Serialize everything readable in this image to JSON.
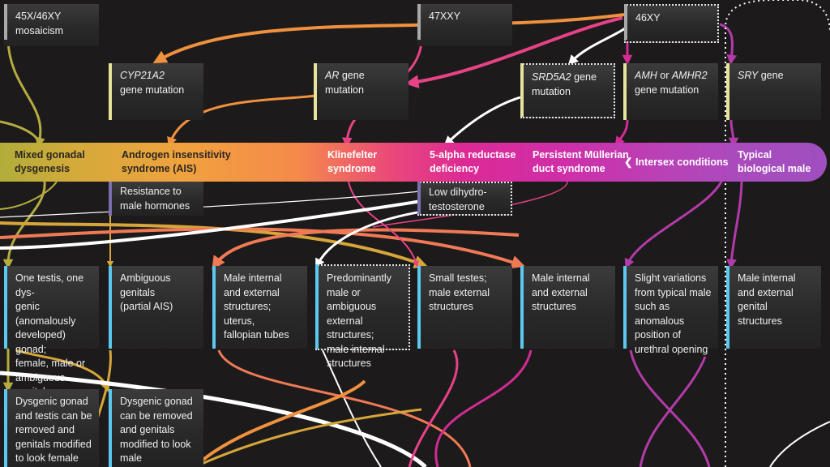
{
  "top_nodes": [
    {
      "id": "mosaicism",
      "line1": "45X/46XY",
      "line2": "mosaicism"
    },
    {
      "id": "xxy",
      "line1": "47XXY"
    },
    {
      "id": "xy",
      "line1": "46XY"
    }
  ],
  "gene_nodes": [
    {
      "id": "cyp21a2",
      "gene": "CYP21A2",
      "line2": "gene mutation"
    },
    {
      "id": "ar",
      "gene": "AR",
      "suffix": " gene",
      "line2": "mutation"
    },
    {
      "id": "srd5a2",
      "gene": "SRD5A2",
      "suffix": " gene",
      "line2": "mutation"
    },
    {
      "id": "amh",
      "gene": "AMH",
      "mid": " or ",
      "gene2": "AMHR2",
      "line2": "gene mutation"
    },
    {
      "id": "sry",
      "gene": "SRY",
      "suffix": " gene"
    }
  ],
  "band_labels": [
    {
      "id": "mixed",
      "line1": "Mixed gonadal",
      "line2": "dysgenesis"
    },
    {
      "id": "ais",
      "line1": "Androgen insensitivity",
      "line2": "syndrome (AIS)"
    },
    {
      "id": "klinefelter",
      "line1": "Klinefelter",
      "line2": "syndrome"
    },
    {
      "id": "alpha",
      "line1": "5-alpha reductase",
      "line2": "deficiency"
    },
    {
      "id": "mullerian",
      "line1": "Persistent Müllerian",
      "line2": "duct syndrome"
    },
    {
      "id": "intersex",
      "line1": "❮ Intersex conditions"
    },
    {
      "id": "typical",
      "line1": "Typical",
      "line2": "biological male"
    }
  ],
  "mid_nodes": [
    {
      "id": "resistance",
      "lines": [
        "Resistance to",
        "male hormones"
      ]
    },
    {
      "id": "lowdht",
      "lines": [
        "Low dihydro-",
        "testosterone"
      ]
    }
  ],
  "outcome_nodes": [
    {
      "id": "o1",
      "lines": [
        "One testis, one dys-",
        "genic (anomalously",
        "developed) gonad;",
        "female, male or",
        "ambiguous genitals"
      ]
    },
    {
      "id": "o2",
      "lines": [
        "Ambiguous",
        "genitals",
        "(partial AIS)"
      ]
    },
    {
      "id": "o3",
      "lines": [
        "Male internal",
        "and external",
        "structures; uterus,",
        "fallopian tubes"
      ]
    },
    {
      "id": "o4",
      "lines": [
        "Predominantly",
        "male or ambiguous",
        "external structures;",
        "male internal",
        "structures"
      ]
    },
    {
      "id": "o5",
      "lines": [
        "Small testes;",
        "male external",
        "structures"
      ]
    },
    {
      "id": "o6",
      "lines": [
        "Male internal",
        "and external",
        "structures"
      ]
    },
    {
      "id": "o7",
      "lines": [
        "Slight variations",
        "from typical male",
        "such as anomalous",
        "position of",
        "urethral opening"
      ]
    },
    {
      "id": "o8",
      "lines": [
        "Male internal",
        "and external",
        "genital structures"
      ]
    }
  ],
  "treatment_nodes": [
    {
      "id": "t1",
      "lines": [
        "Dysgenic gonad",
        "and testis can be",
        "removed and",
        "genitals modified",
        "to look female"
      ]
    },
    {
      "id": "t2",
      "lines": [
        "Dysgenic gonad",
        "can be removed",
        "and genitals",
        "modified to look",
        "male"
      ]
    }
  ],
  "colors": {
    "background": "#1c1a1b",
    "top_bar": "#a9a9a9",
    "gene_bar": "#e6e39a",
    "mid_bar": "#7a6fb0",
    "outcome_bar": "#5cc8ef",
    "olive": "#b5ac3f",
    "gold": "#d6a63a",
    "orange": "#f0913e",
    "coral": "#f07a55",
    "pink": "#e84287",
    "magenta": "#d22c93",
    "purple": "#b23ba9",
    "white": "#ffffff"
  }
}
